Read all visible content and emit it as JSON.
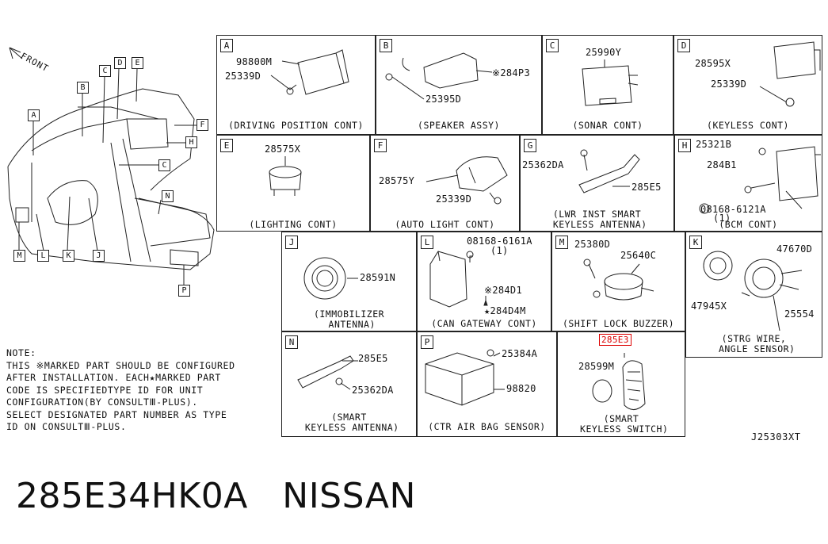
{
  "overview": {
    "front_label": "FRONT",
    "location_letters": [
      "A",
      "B",
      "C",
      "D",
      "E",
      "F",
      "H",
      "C",
      "N",
      "M",
      "L",
      "K",
      "J",
      "P"
    ]
  },
  "cells": {
    "A": {
      "letter": "A",
      "title": "(DRIVING POSITION CONT)",
      "parts": [
        "98800M",
        "25339D"
      ]
    },
    "B": {
      "letter": "B",
      "title": "(SPEAKER ASSY)",
      "parts": [
        "※284P3",
        "25395D"
      ]
    },
    "C": {
      "letter": "C",
      "title": "(SONAR CONT)",
      "parts": [
        "25990Y"
      ]
    },
    "D": {
      "letter": "D",
      "title": "(KEYLESS CONT)",
      "parts": [
        "28595X",
        "25339D"
      ]
    },
    "E": {
      "letter": "E",
      "title": "(LIGHTING CONT)",
      "parts": [
        "28575X"
      ]
    },
    "F": {
      "letter": "F",
      "title": "(AUTO LIGHT CONT)",
      "parts": [
        "28575Y",
        "25339D"
      ]
    },
    "G": {
      "letter": "G",
      "title": "(LWR INST SMART\n KEYLESS ANTENNA)",
      "parts": [
        "25362DA",
        "285E5"
      ]
    },
    "H": {
      "letter": "H",
      "title": "(BCM CONT)",
      "parts": [
        "25321B",
        "284B1",
        "08168-6121A",
        "(1)"
      ]
    },
    "J": {
      "letter": "J",
      "title": "(IMMOBILIZER\n ANTENNA)",
      "parts": [
        "28591N"
      ]
    },
    "L": {
      "letter": "L",
      "title": "(CAN GATEWAY CONT)",
      "parts": [
        "08168-6161A",
        "(1)",
        "※284D1",
        "★284D4M"
      ]
    },
    "M": {
      "letter": "M",
      "title": "(SHIFT LOCK BUZZER)",
      "parts": [
        "25380D",
        "25640C"
      ]
    },
    "K": {
      "letter": "K",
      "title": "(STRG WIRE,\n ANGLE SENSOR)",
      "parts": [
        "47670D",
        "47945X",
        "25554"
      ]
    },
    "N": {
      "letter": "N",
      "title": "(SMART\n KEYLESS ANTENNA)",
      "parts": [
        "285E5",
        "25362DA"
      ]
    },
    "P": {
      "letter": "P",
      "title": "(CTR AIR BAG SENSOR)",
      "parts": [
        "25384A",
        "98820"
      ]
    },
    "Q": {
      "title": "(SMART\n KEYLESS SWITCH)",
      "parts": [
        "285E3",
        "28599M"
      ]
    }
  },
  "note": "NOTE:\nTHIS ※MARKED PART SHOULD BE CONFIGURED\nAFTER INSTALLATION. EACH★MARKED PART\nCODE IS SPECIFIEDTYPE ID FOR UNIT\nCONFIGURATION(BY CONSULTⅢ-PLUS).\nSELECT DESIGNATED PART NUMBER AS TYPE\nID ON CONSULTⅢ-PLUS.",
  "drawing_code": "J25303XT",
  "footer": {
    "part_number": "285E34HK0A",
    "brand": "NISSAN"
  },
  "colors": {
    "highlight": "#dd0000",
    "line": "#222222"
  }
}
